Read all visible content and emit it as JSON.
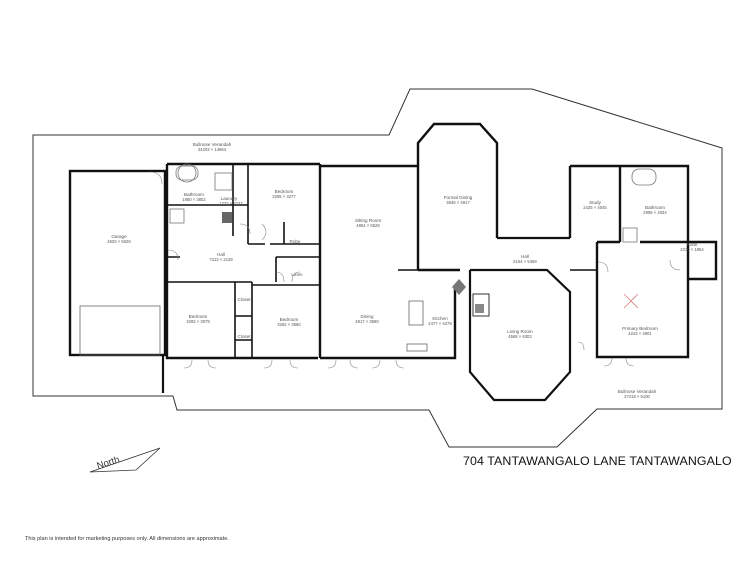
{
  "plan": {
    "address": "704 TANTAWANGALO LANE TANTAWANGALO",
    "disclaimer": "This plan is intended for marketing purposes only. All dimensions are approximate.",
    "north_label": "North",
    "colors": {
      "wall": "#111111",
      "outline": "#333333",
      "text": "#555555",
      "fixture": "#666666"
    },
    "rooms": [
      {
        "name": "Bullnose Verandah",
        "dims": "34203 × 14964"
      },
      {
        "name": "Bathroom",
        "dims": "1980 × 3802"
      },
      {
        "name": "Laundry",
        "dims": "1772 × 3237"
      },
      {
        "name": "Bedroom",
        "dims": "3295 × 3277"
      },
      {
        "name": "Robe",
        "dims": ""
      },
      {
        "name": "Sitting Room",
        "dims": "4854 × 5528"
      },
      {
        "name": "Formal Dining",
        "dims": "3849 × 4917"
      },
      {
        "name": "Study",
        "dims": "2425 × 4045"
      },
      {
        "name": "Bathroom",
        "dims": "2995 × 4034"
      },
      {
        "name": "Garage",
        "dims": "4603 × 5028"
      },
      {
        "name": "Hall",
        "dims": "7313 × 2139"
      },
      {
        "name": "Linen",
        "dims": ""
      },
      {
        "name": "Hall",
        "dims": "5154 × 5469"
      },
      {
        "name": "Robe",
        "dims": "2230 × 1954"
      },
      {
        "name": "Bedroom",
        "dims": "3282 × 3079"
      },
      {
        "name": "Closet",
        "dims": ""
      },
      {
        "name": "Closet",
        "dims": ""
      },
      {
        "name": "Bedroom",
        "dims": "3282 × 3580"
      },
      {
        "name": "Dining",
        "dims": "4817 × 3580"
      },
      {
        "name": "Kitchen",
        "dims": "2477 × 4279"
      },
      {
        "name": "Living Room",
        "dims": "4568 × 6303"
      },
      {
        "name": "Primary Bedroom",
        "dims": "4223 × 4901"
      },
      {
        "name": "Bullnose Verandah",
        "dims": "27418 × 5100"
      }
    ]
  }
}
